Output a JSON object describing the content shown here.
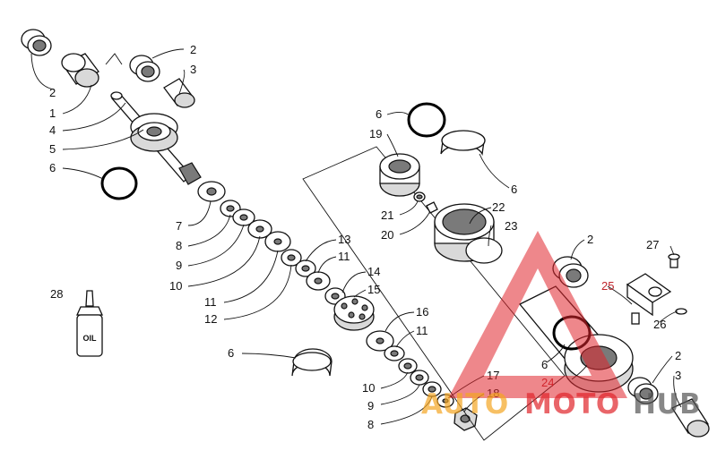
{
  "callouts": {
    "c2a": "2",
    "c3a": "3",
    "c2b": "2",
    "c1": "1",
    "c4": "4",
    "c5": "5",
    "c6a": "6",
    "c7": "7",
    "c8a": "8",
    "c9a": "9",
    "c10a": "10",
    "c13": "13",
    "c11a": "11",
    "c11b": "11",
    "c12": "12",
    "c14": "14",
    "c15": "15",
    "c6b": "6",
    "c16": "16",
    "c11c": "11",
    "c10b": "10",
    "c9b": "9",
    "c8b": "8",
    "c17": "17",
    "c18": "18",
    "c28": "28",
    "c6c": "6",
    "c19": "19",
    "c21": "21",
    "c20": "20",
    "c6d": "6",
    "c22": "22",
    "c23": "23",
    "c2c": "2",
    "c27": "27",
    "c25": "25",
    "c26": "26",
    "c6e": "6",
    "c24": "24",
    "c2d": "2",
    "c3b": "3"
  },
  "oil_label": "OIL",
  "watermark": {
    "part1": "AUTO",
    "part2": "MOTO",
    "part3": "HUB"
  },
  "colors": {
    "watermark_red": "#e0242b",
    "watermark_orange": "#f5a623",
    "watermark_gray": "#555555"
  }
}
